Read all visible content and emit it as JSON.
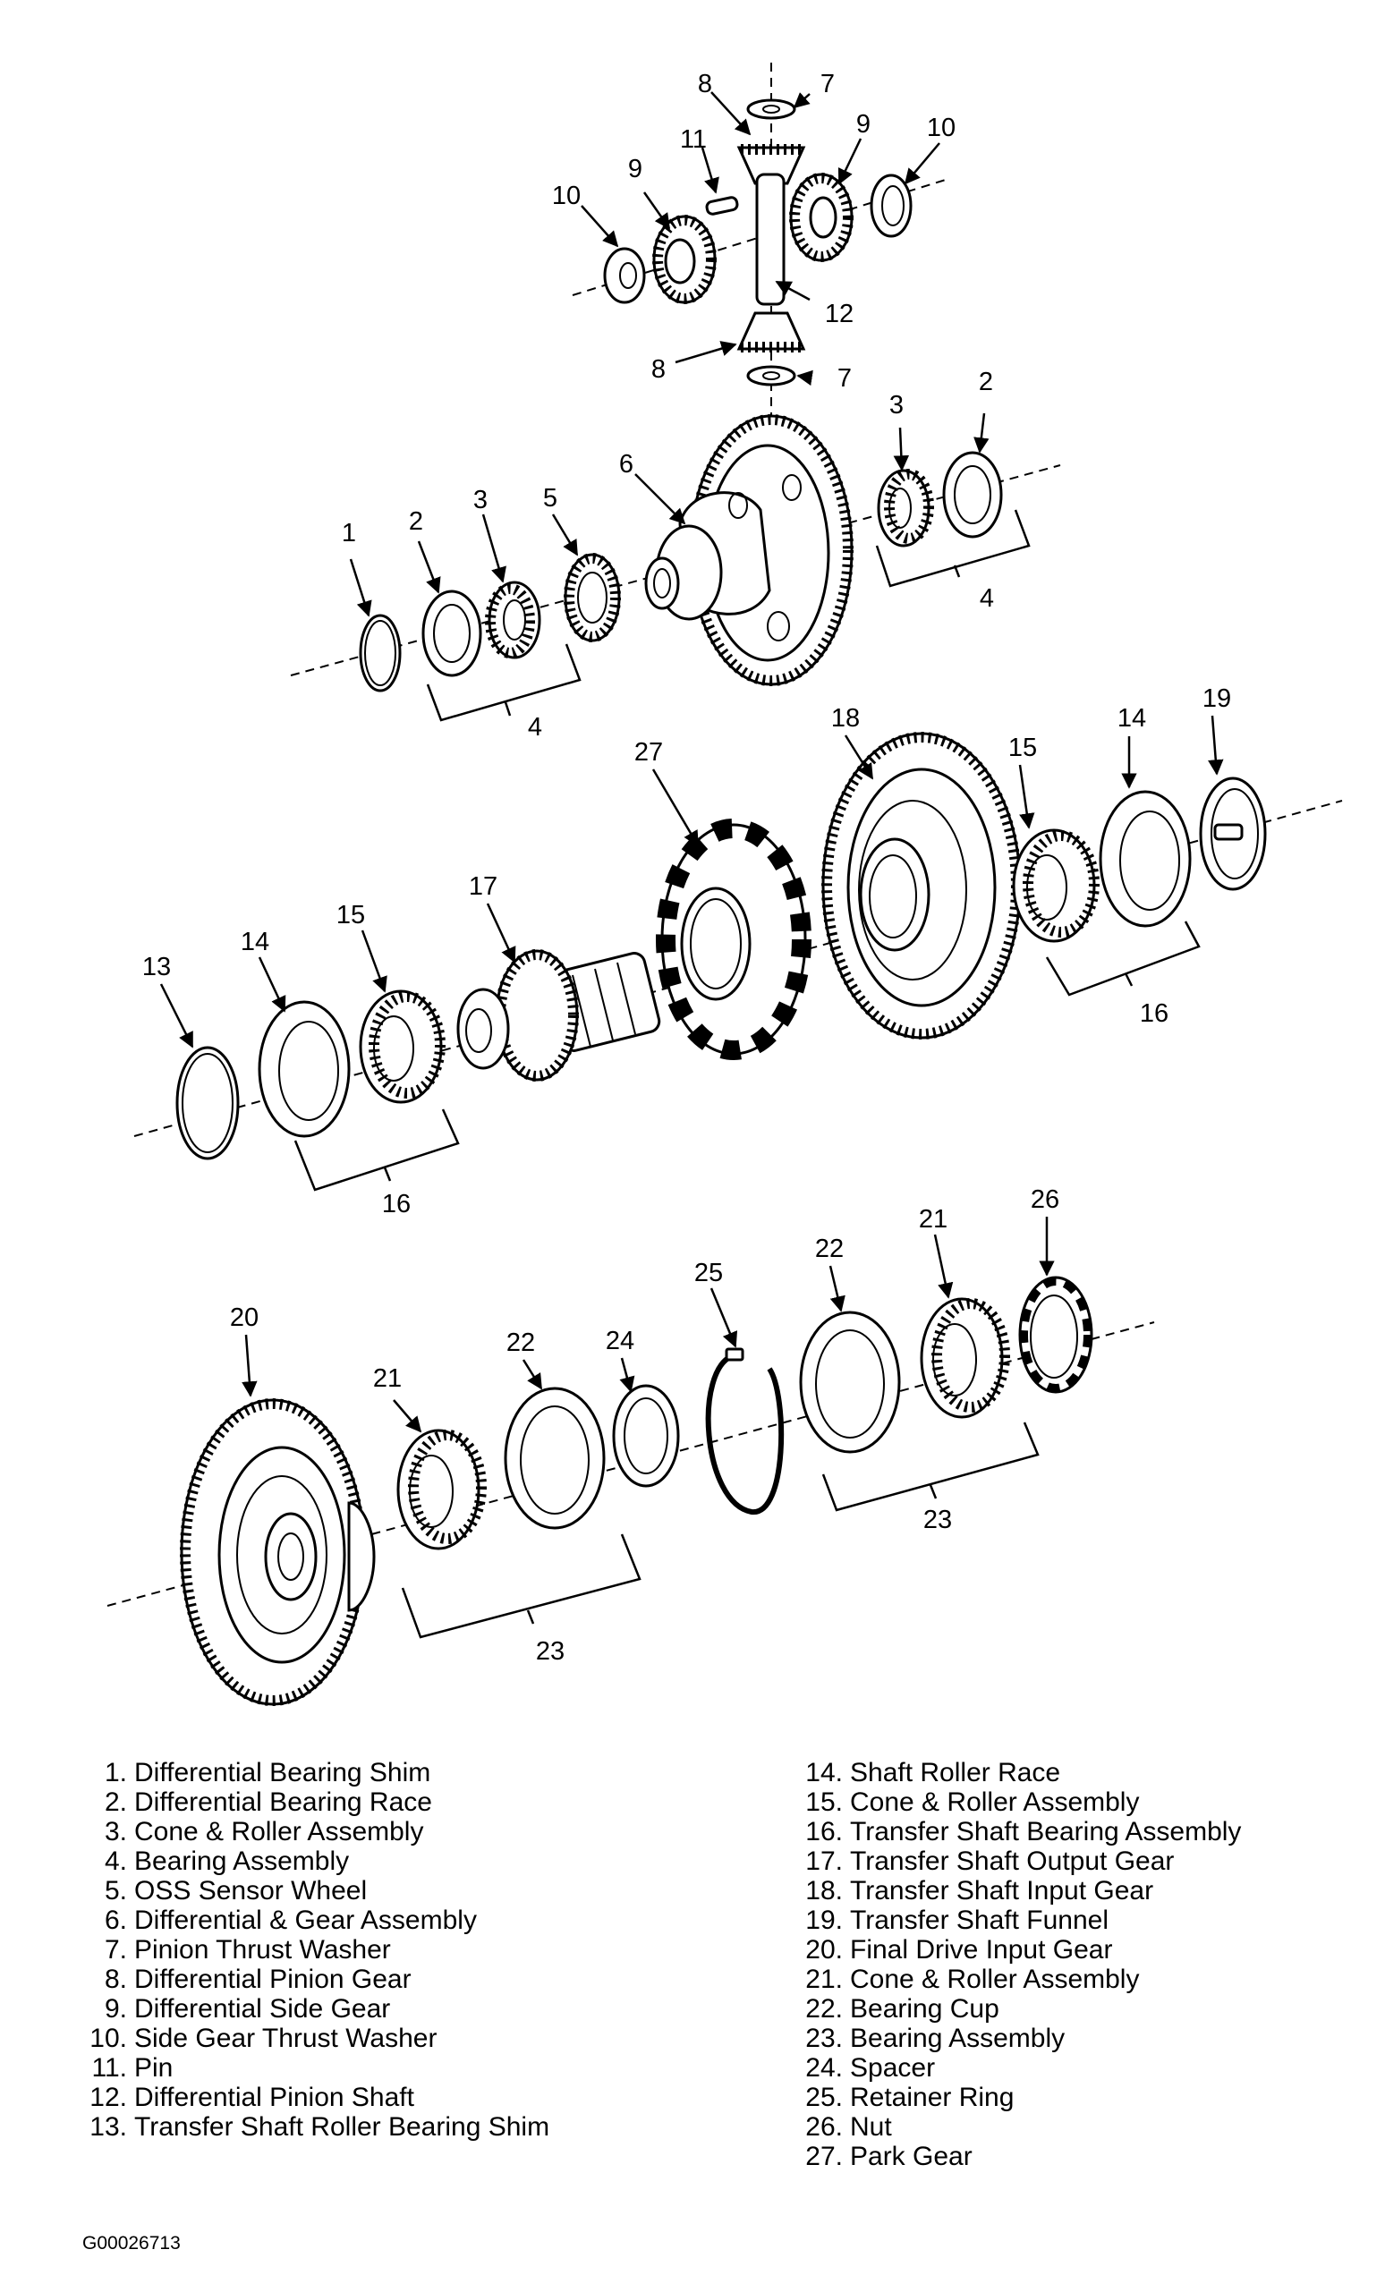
{
  "callouts": {
    "c7a": "7",
    "c8a": "8",
    "c11": "11",
    "c9a": "9",
    "c10a": "10",
    "c10b": "10",
    "c9b": "9",
    "c12": "12",
    "c8b": "8",
    "c7b": "7",
    "c3a": "3",
    "c2a": "2",
    "c4a": "4",
    "c6": "6",
    "c5": "5",
    "c3b": "3",
    "c2b": "2",
    "c1": "1",
    "c4b": "4",
    "c18": "18",
    "c27": "27",
    "c15a": "15",
    "c14a": "14",
    "c19": "19",
    "c17": "17",
    "c15b": "15",
    "c14b": "14",
    "c13": "13",
    "c16a": "16",
    "c16b": "16",
    "c26": "26",
    "c25": "25",
    "c22a": "22",
    "c21a": "21",
    "c20": "20",
    "c24": "24",
    "c22b": "22",
    "c21b": "21",
    "c23a": "23",
    "c23b": "23"
  },
  "legend": {
    "left": [
      {
        "num": "1.",
        "label": "Differential Bearing Shim"
      },
      {
        "num": "2.",
        "label": "Differential Bearing Race"
      },
      {
        "num": "3.",
        "label": "Cone & Roller Assembly"
      },
      {
        "num": "4.",
        "label": "Bearing Assembly"
      },
      {
        "num": "5.",
        "label": "OSS Sensor Wheel"
      },
      {
        "num": "6.",
        "label": "Differential & Gear Assembly"
      },
      {
        "num": "7.",
        "label": "Pinion Thrust Washer"
      },
      {
        "num": "8.",
        "label": "Differential Pinion Gear"
      },
      {
        "num": "9.",
        "label": "Differential Side Gear"
      },
      {
        "num": "10.",
        "label": "Side Gear Thrust Washer"
      },
      {
        "num": "11.",
        "label": "Pin"
      },
      {
        "num": "12.",
        "label": "Differential Pinion Shaft"
      },
      {
        "num": "13.",
        "label": "Transfer Shaft Roller Bearing Shim"
      }
    ],
    "right": [
      {
        "num": "14.",
        "label": "Shaft Roller Race"
      },
      {
        "num": "15.",
        "label": "Cone & Roller Assembly"
      },
      {
        "num": "16.",
        "label": "Transfer Shaft Bearing Assembly"
      },
      {
        "num": "17.",
        "label": "Transfer Shaft Output Gear"
      },
      {
        "num": "18.",
        "label": "Transfer Shaft Input Gear"
      },
      {
        "num": "19.",
        "label": "Transfer Shaft Funnel"
      },
      {
        "num": "20.",
        "label": "Final Drive Input Gear"
      },
      {
        "num": "21.",
        "label": "Cone & Roller Assembly"
      },
      {
        "num": "22.",
        "label": "Bearing Cup"
      },
      {
        "num": "23.",
        "label": "Bearing Assembly"
      },
      {
        "num": "24.",
        "label": "Spacer"
      },
      {
        "num": "25.",
        "label": "Retainer Ring"
      },
      {
        "num": "26.",
        "label": "Nut"
      },
      {
        "num": "27.",
        "label": "Park Gear"
      }
    ]
  },
  "figure_id": "G00026713"
}
